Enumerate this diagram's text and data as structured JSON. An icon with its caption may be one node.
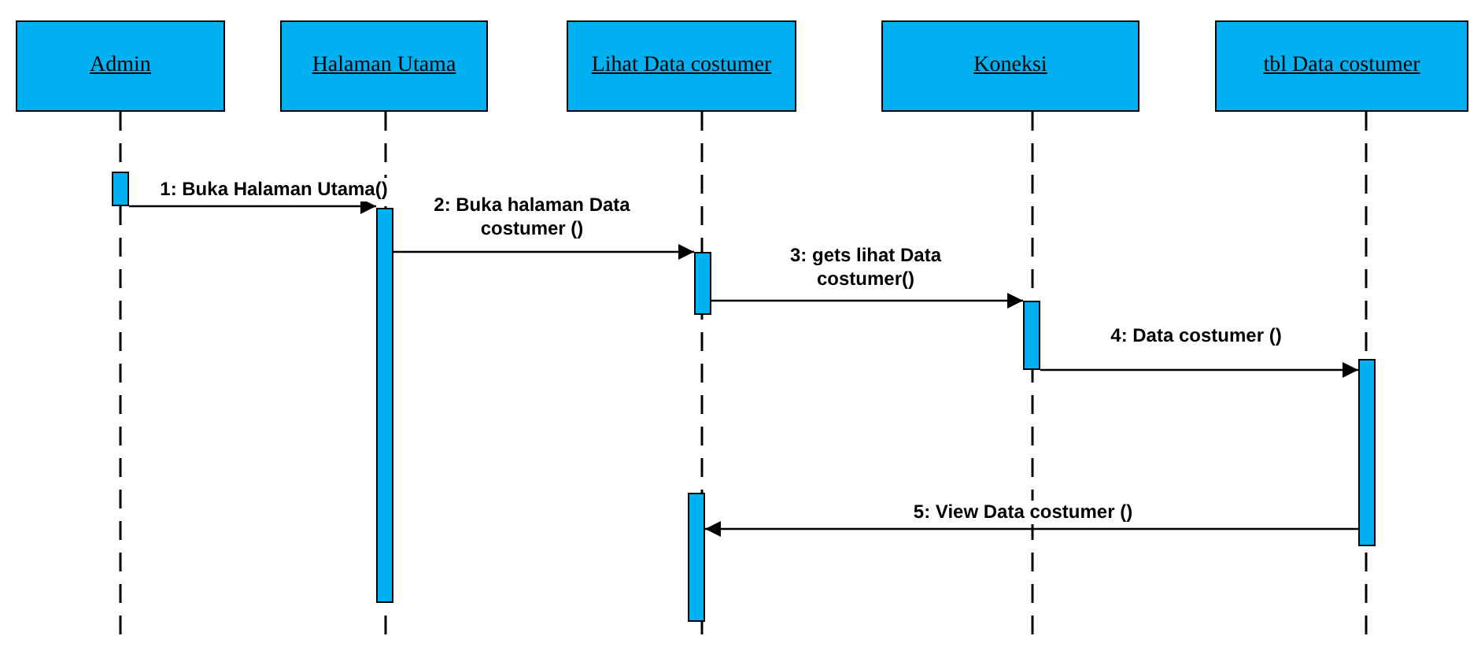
{
  "diagram": {
    "nodes": [
      {
        "text": [
          "Admin"
        ]
      },
      {
        "text": [
          "Halaman Utama"
        ]
      },
      {
        "text": [
          "Lihat Data costumer"
        ]
      },
      {
        "text": [
          "Koneksi"
        ]
      },
      {
        "text": [
          "tbl Data costumer"
        ]
      },
      {
        "text": [],
        "shape": "bar"
      },
      {
        "text": [],
        "shape": "bar"
      },
      {
        "text": [],
        "shape": "bar"
      },
      {
        "text": [],
        "shape": "bar"
      },
      {
        "text": [],
        "shape": "bar"
      },
      {
        "text": [],
        "shape": "bar"
      }
    ],
    "edges": [
      {
        "from": 5,
        "to": 6,
        "arrow": "to",
        "label": "1: Buka Halaman Utama()"
      },
      {
        "from": 6,
        "to": 7,
        "arrow": "to",
        "label": "2:  Buka halaman Data costumer ()"
      },
      {
        "from": 7,
        "to": 8,
        "arrow": "to",
        "label": "3:  gets lihat Data costumer()"
      },
      {
        "from": 8,
        "to": 9,
        "arrow": "to",
        "label": "4:  Data costumer ()"
      },
      {
        "from": 9,
        "to": 10,
        "arrow": "to",
        "label": "5:  View Data costumer ()"
      }
    ]
  }
}
